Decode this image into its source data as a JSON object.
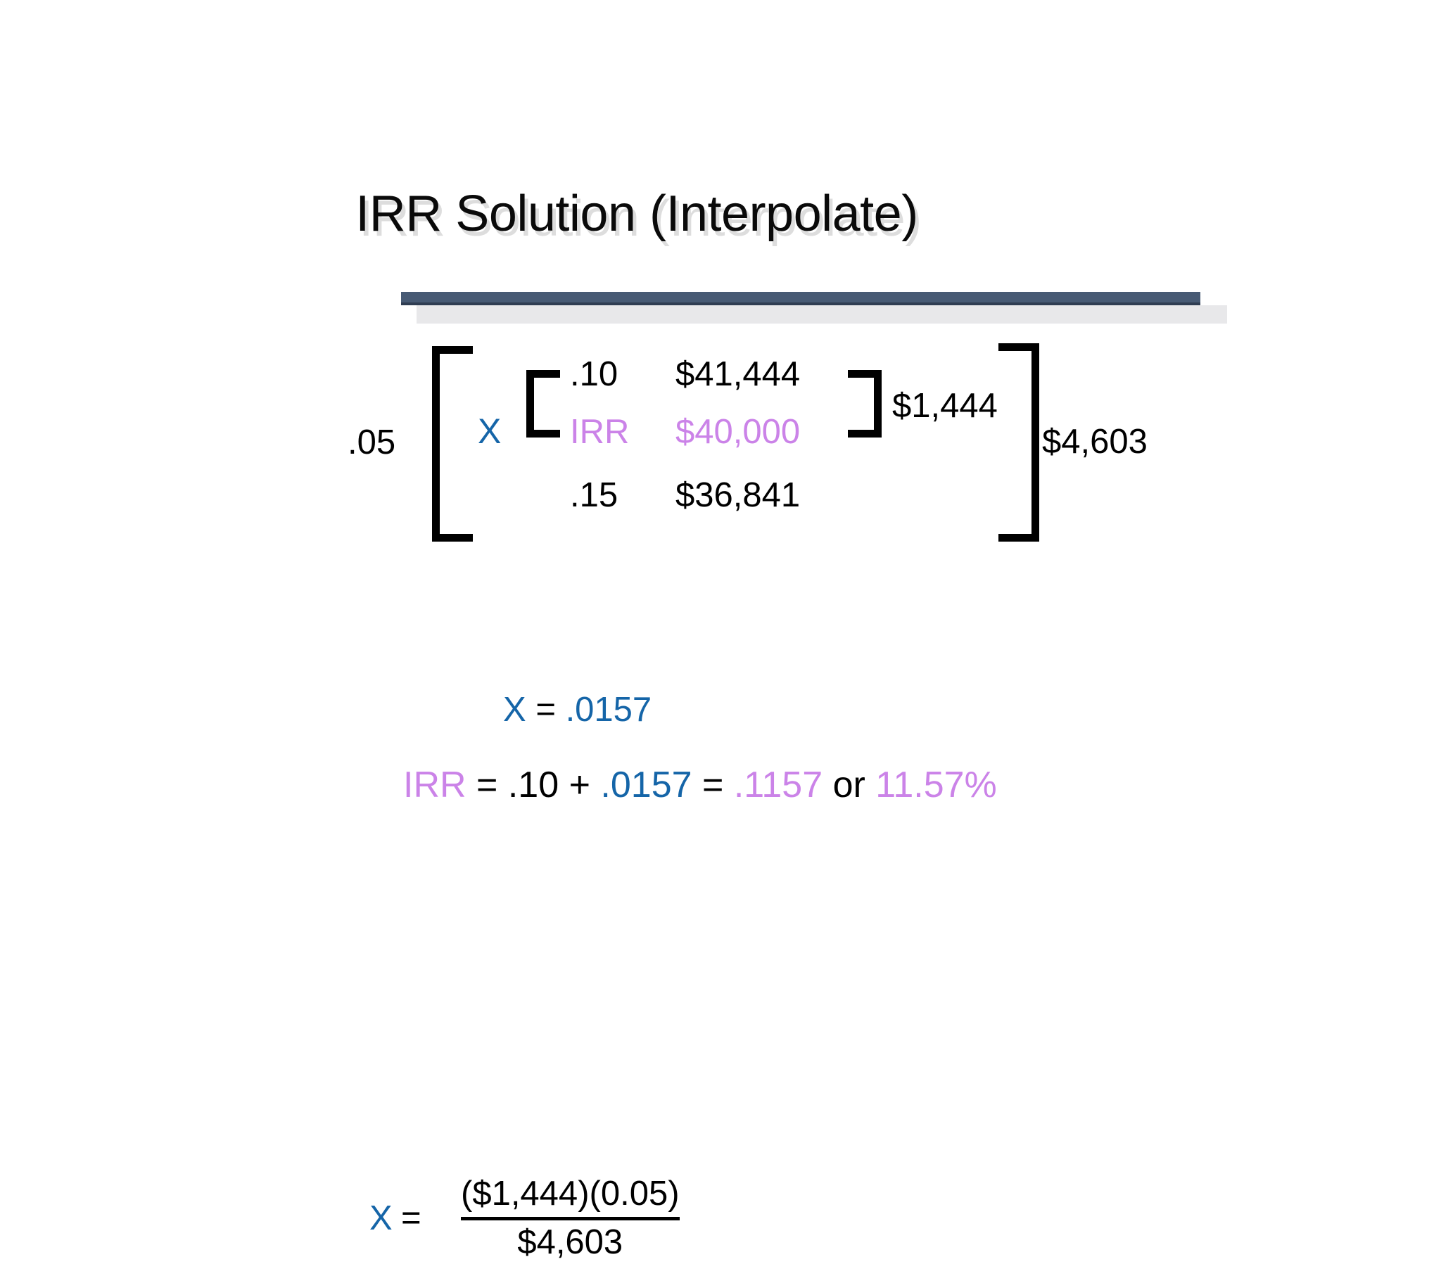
{
  "slide": {
    "title": "IRR Solution (Interpolate)",
    "background_color": "#ffffff"
  },
  "colors": {
    "title_text": "#0a0a0a",
    "title_shadow": "#c8c8c8",
    "divider_bar": "#475a74",
    "divider_bar_edge": "#2f3d52",
    "divider_shadow": "#e8e8ea",
    "blue": "#1565a8",
    "purple": "#cb83e8",
    "black": "#000000"
  },
  "matrix": {
    "outer_left_label": ".05",
    "multiplier_symbol": "X",
    "rows": [
      {
        "rate": ".10",
        "value": "$41,444",
        "color": "black"
      },
      {
        "rate": "IRR",
        "value": "$40,000",
        "color": "purple"
      },
      {
        "rate": ".15",
        "value": "$36,841",
        "color": "black"
      }
    ],
    "inner_bracket_label": "$1,444",
    "outer_bracket_label": "$4,603"
  },
  "equation_fraction": {
    "variable": "X",
    "equals": "=",
    "numerator": "($1,444)(0.05)",
    "denominator": "$4,603"
  },
  "equation_x_value": {
    "variable": "X",
    "equals": "=",
    "value": ".0157"
  },
  "equation_irr": {
    "label": "IRR",
    "equals_1": "=",
    "base_rate": ".10",
    "plus": "+",
    "increment": ".0157",
    "equals_2": "=",
    "result_decimal": ".1157",
    "conjunction": "or",
    "result_percent": "11.57%"
  }
}
